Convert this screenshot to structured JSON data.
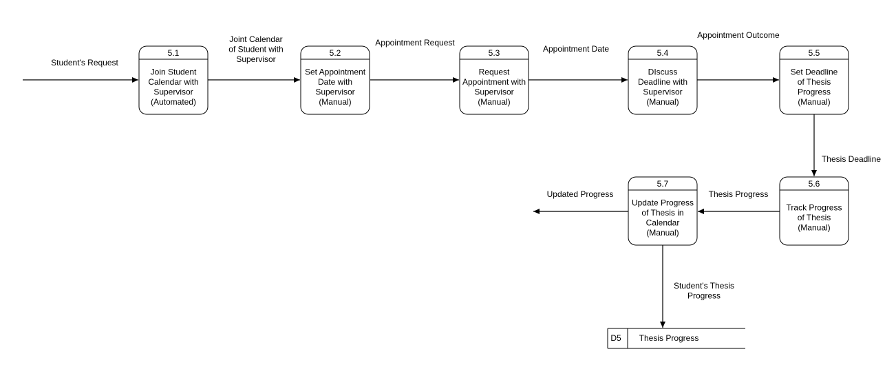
{
  "processes": [
    {
      "id": "5.1",
      "lines": [
        "Join Student",
        "Calendar with",
        "Supervisor",
        "(Automated)"
      ]
    },
    {
      "id": "5.2",
      "lines": [
        "Set Appointment",
        "Date with",
        "Supervisor",
        "(Manual)"
      ]
    },
    {
      "id": "5.3",
      "lines": [
        "Request",
        "Appointment with",
        "Supervisor",
        "(Manual)"
      ]
    },
    {
      "id": "5.4",
      "lines": [
        "DIscuss",
        "Deadline with",
        "Supervisor",
        "(Manual)"
      ]
    },
    {
      "id": "5.5",
      "lines": [
        "Set Deadline",
        "of Thesis",
        "Progress",
        "(Manual)"
      ]
    },
    {
      "id": "5.6",
      "lines": [
        "Track Progress",
        "of Thesis",
        "(Manual)"
      ]
    },
    {
      "id": "5.7",
      "lines": [
        "Update Progress",
        "of Thesis in",
        "Calendar",
        "(Manual)"
      ]
    }
  ],
  "flows": [
    {
      "lines": [
        "Student's Request"
      ]
    },
    {
      "lines": [
        "Joint Calendar",
        "of Student with",
        "Supervisor"
      ]
    },
    {
      "lines": [
        "Appointment Request"
      ]
    },
    {
      "lines": [
        "Appointment Date"
      ]
    },
    {
      "lines": [
        "Appointment Outcome"
      ]
    },
    {
      "lines": [
        "Thesis Deadline"
      ]
    },
    {
      "lines": [
        "Thesis Progress"
      ]
    },
    {
      "lines": [
        "Updated Progress"
      ]
    },
    {
      "lines": [
        "Student's Thesis",
        "Progress"
      ]
    }
  ],
  "datastore": {
    "id": "D5",
    "name": "Thesis Progress"
  }
}
